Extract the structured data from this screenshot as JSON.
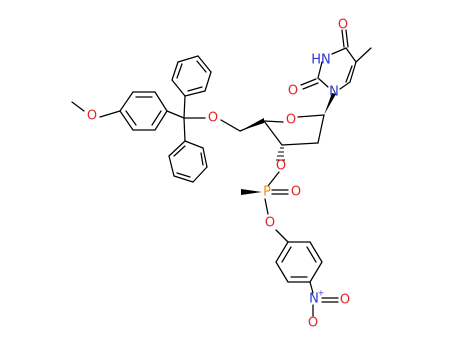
{
  "colors": {
    "background": "#ffffff",
    "bond": "#000000",
    "carbon": "#000000",
    "oxygen": "#e0262a",
    "nitrogen": "#2c36d6",
    "phosphorus": "#ef8a1c"
  },
  "atoms": {
    "methoxy_o": "O",
    "ether_o": "O",
    "ring_o": "O",
    "phosphate_o": "O",
    "p_oxo_o": "O",
    "p_aryl_o": "O",
    "phosphorus": "P",
    "uracil_n1": "N",
    "uracil_n3": "HN",
    "uracil_o2": "O",
    "uracil_o4": "O",
    "nitro_n": "N",
    "nitro_plus": "+",
    "nitro_o1": "O",
    "nitro_o2": "O"
  }
}
